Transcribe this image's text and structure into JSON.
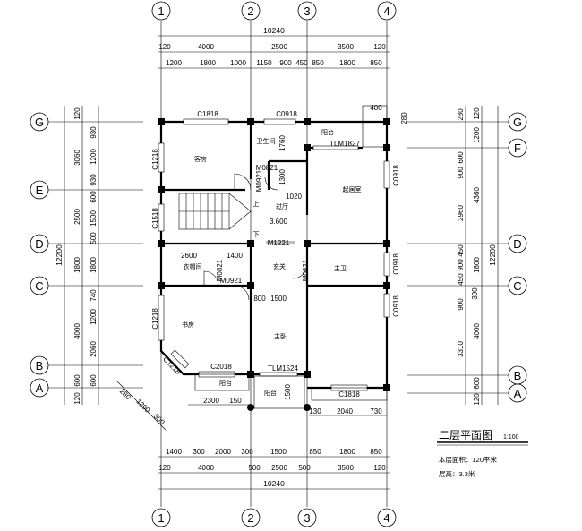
{
  "axes": {
    "vertical": [
      "1",
      "2",
      "3",
      "4"
    ],
    "horizontal_left": [
      "G",
      "E",
      "D",
      "C",
      "B",
      "A"
    ],
    "horizontal_right": [
      "G",
      "F",
      "D",
      "C",
      "B",
      "A"
    ]
  },
  "dims": {
    "top_total": "10240",
    "top_row1": [
      "120",
      "4000",
      "2500",
      "3500",
      "120"
    ],
    "top_row2": [
      "1200",
      "1800",
      "1000",
      "1150",
      "900",
      "450",
      "850",
      "1800",
      "850"
    ],
    "bottom_row1": [
      "1400",
      "300",
      "2000",
      "300",
      "1500",
      "850",
      "1800",
      "850"
    ],
    "bottom_row2": [
      "120",
      "4000",
      "500",
      "2500",
      "500",
      "3500",
      "120"
    ],
    "bottom_total": "10240",
    "left_total": "12200",
    "left_outer": [
      "120",
      "3060",
      "2500",
      "1800",
      "4000",
      "600",
      "120"
    ],
    "left_inner": [
      "930",
      "1200",
      "930",
      "600",
      "1500",
      "500",
      "1800",
      "740",
      "1200",
      "2060",
      "600"
    ],
    "right_total": "12200",
    "right_outer": [
      "120",
      "1200",
      "4360",
      "1800",
      "4000",
      "600",
      "120"
    ],
    "right_inner": [
      "600",
      "900",
      "2960",
      "450",
      "900",
      "450",
      "900",
      "3310",
      "390"
    ],
    "misc": [
      "400",
      "280",
      "280",
      "1200",
      "300",
      "2600",
      "1400",
      "1760",
      "1300",
      "1020",
      "800",
      "1500",
      "2300",
      "150",
      "1500",
      "130",
      "2040",
      "730"
    ]
  },
  "labels": {
    "windows": [
      "C1818",
      "C0918",
      "C1218",
      "C1518",
      "C1218",
      "C1218",
      "C2018",
      "C1818",
      "C0918",
      "C0918",
      "C0918"
    ],
    "doors": [
      "TLM1827",
      "M0821",
      "M0921",
      "M1221",
      "M0921",
      "M0821",
      "M0821",
      "TLM1524"
    ],
    "level": "3.600",
    "up": "上",
    "down": "下"
  },
  "rooms": {
    "guest": "客房",
    "bath": "卫生间",
    "balcony_top": "阳台",
    "living": "起居室",
    "corridor": "过厅",
    "closet": "衣帽间",
    "hall": "玄关",
    "master_bath": "主卫",
    "study": "书房",
    "master": "主卧",
    "balcony_left": "阳台",
    "balcony_mid": "阳台"
  },
  "title": {
    "name": "二层平面图",
    "scale": "1:100",
    "area": "本层面积：120平米",
    "height": "层高：3.3米"
  }
}
